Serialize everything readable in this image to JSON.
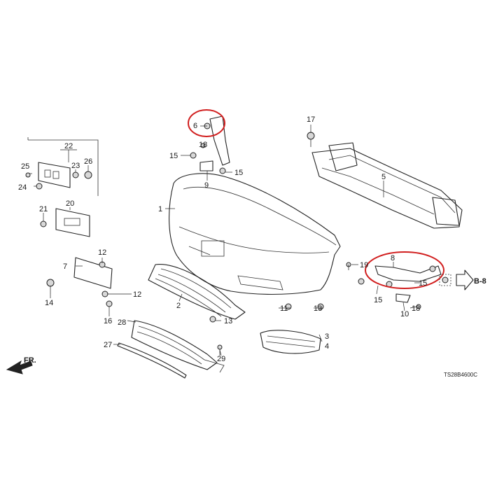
{
  "callouts": {
    "c1": "1",
    "c2": "2",
    "c3": "3",
    "c4": "4",
    "c5": "5",
    "c6": "6",
    "c7": "7",
    "c8": "8",
    "c9": "9",
    "c10": "10",
    "c11": "11",
    "c12a": "12",
    "c12b": "12",
    "c13a": "13",
    "c13b": "13",
    "c14": "14",
    "c15a": "15",
    "c15b": "15",
    "c15c": "15",
    "c15d": "15",
    "c16": "16",
    "c17": "17",
    "c18a": "18",
    "c18b": "18",
    "c19": "19",
    "c20": "20",
    "c21": "21",
    "c22": "22",
    "c23": "23",
    "c24": "24",
    "c25": "25",
    "c26": "26",
    "c27": "27",
    "c28": "28",
    "c29": "29"
  },
  "ref_arrow_label": "B-8",
  "front_arrow_label": "FR.",
  "diagram_code": "TS28B4600C",
  "colors": {
    "highlight": "#d11f1f",
    "line": "#222222",
    "fill": "#d8d8d8"
  }
}
